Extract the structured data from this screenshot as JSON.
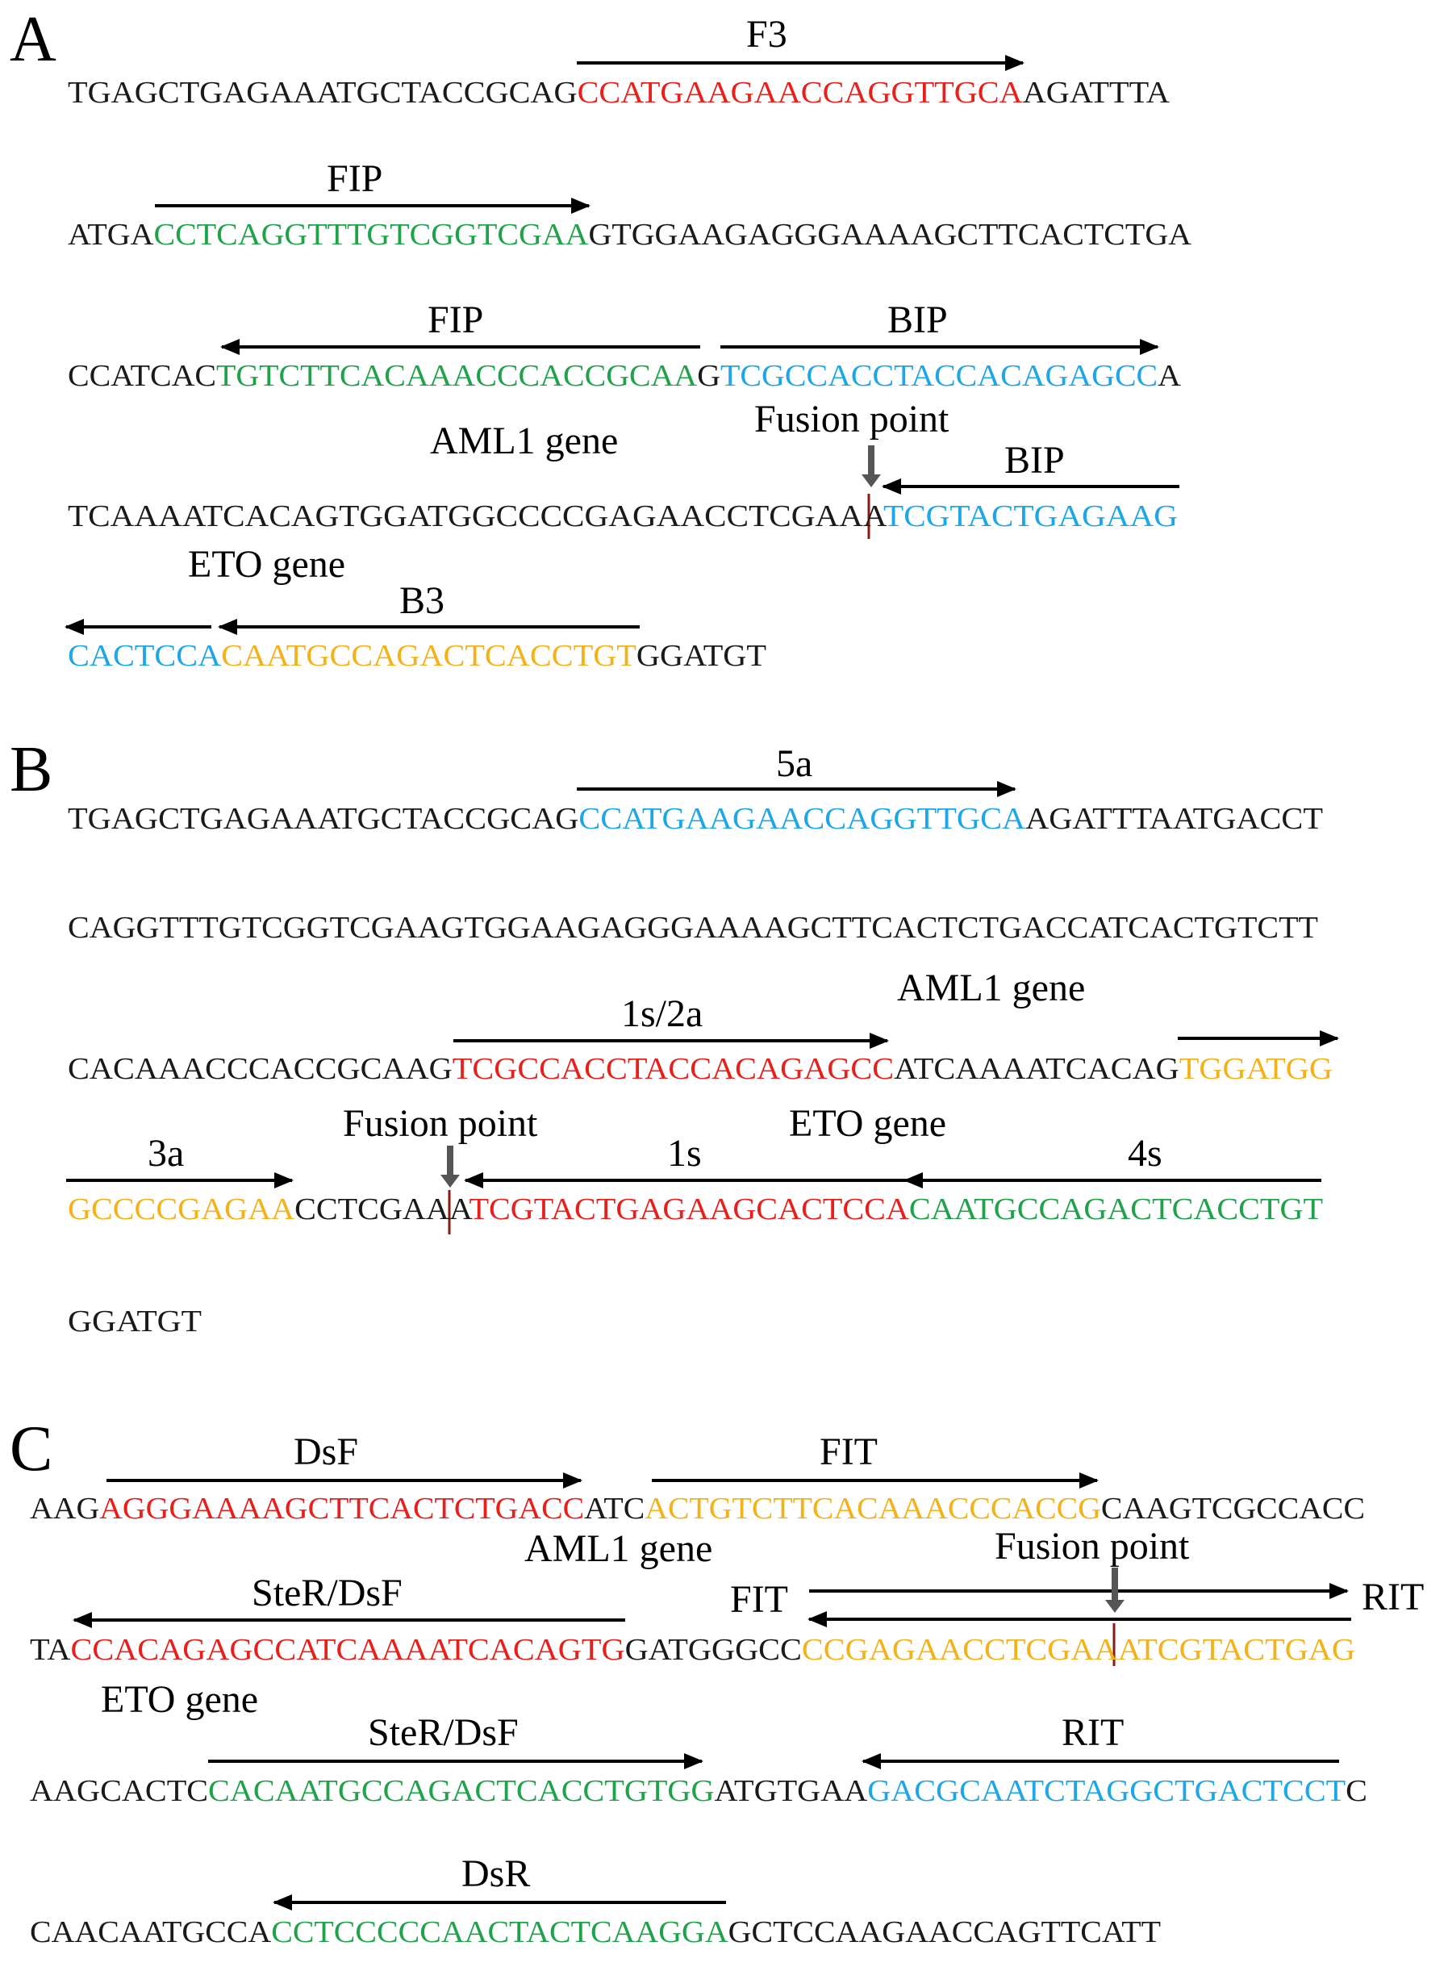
{
  "colors": {
    "black": "#1a1a1a",
    "red": "#e8201c",
    "green": "#1fa24a",
    "blue": "#1ea6e6",
    "orange": "#f4b21a",
    "fusion_mark": "#8b1a10",
    "fusion_arrow": "#555555"
  },
  "panels": [
    {
      "letter": "A",
      "lines": [
        [
          [
            "TGAGCTGAGAAATGCTACCGCAG",
            "black"
          ],
          [
            "CCATGAAGAACCAGGTTGCA",
            "red"
          ],
          [
            "AGATTTA",
            "black"
          ]
        ],
        [
          [
            "ATGA",
            "black"
          ],
          [
            "CCTCAGGTTTGTCGGTCGAA",
            "green"
          ],
          [
            "GTGGAAGAGGGAAAAGCTTCACTCTGA",
            "black"
          ]
        ],
        [
          [
            "CCATCAC",
            "black"
          ],
          [
            "TGTCTTCACAAACCCACCGCAA",
            "green"
          ],
          [
            "G",
            "black"
          ],
          [
            "TCGCCACCTACCACAGAGCC",
            "blue"
          ],
          [
            "A",
            "black"
          ]
        ],
        [
          [
            "TCAAAATCACAGTGGATGGCCCCGAGAACCTCGAAA",
            "black"
          ],
          [
            "TCGTACTGAGAAG",
            "blue"
          ]
        ],
        [
          [
            "CACTCCA",
            "blue"
          ],
          [
            "CAATGCCAGACTCACCTGT",
            "orange"
          ],
          [
            "GGATGT",
            "black"
          ]
        ]
      ],
      "labels": [
        "F3",
        "FIP",
        "FIP",
        "BIP",
        "AML1 gene",
        "Fusion point",
        "BIP",
        "ETO gene",
        "B3"
      ]
    },
    {
      "letter": "B",
      "lines": [
        [
          [
            "TGAGCTGAGAAATGCTACCGCAG",
            "black"
          ],
          [
            "CCATGAAGAACCAGGTTGCA",
            "blue"
          ],
          [
            "AGATTTAATGACCT",
            "black"
          ]
        ],
        [
          [
            "CAGGTTTGTCGGTCGAAGTGGAAGAGGGAAAAGCTTCACTCTGACCATCACTGTCTT",
            "black"
          ]
        ],
        [
          [
            "CACAAACCCACCGCAAG",
            "black"
          ],
          [
            "TCGCCACCTACCACAGAGCC",
            "red"
          ],
          [
            "ATCAAAATCACAG",
            "black"
          ],
          [
            "TGGATGG",
            "orange"
          ]
        ],
        [
          [
            "GCCCCGAGAA",
            "orange"
          ],
          [
            "CCTCGAAA",
            "black"
          ],
          [
            "TCGTACTGAGAAGCACTCCA",
            "red"
          ],
          [
            "CAATGCCAGACTCACCTGT",
            "green"
          ]
        ],
        [
          [
            "GGATGT",
            "black"
          ]
        ]
      ],
      "labels": [
        "5a",
        "AML1 gene",
        "1s/2a",
        "Fusion point",
        "ETO gene",
        "3a",
        "1s",
        "4s"
      ]
    },
    {
      "letter": "C",
      "lines": [
        [
          [
            "AAG",
            "black"
          ],
          [
            "AGGGAAAAGCTTCACTCTGACC",
            "red"
          ],
          [
            "ATC",
            "black"
          ],
          [
            "ACTGTCTTCACAAACCCACCG",
            "orange"
          ],
          [
            "CAAGTCGCCACC",
            "black"
          ]
        ],
        [
          [
            "TA",
            "black"
          ],
          [
            "CCACAGAGCCATCAAAATCACAGTG",
            "red"
          ],
          [
            "GATGGGCC",
            "black"
          ],
          [
            "CCGAGAACCTCGAAA",
            "orange"
          ],
          [
            "TCGTACTGAG",
            "orange"
          ]
        ],
        [
          [
            "AAGCACTC",
            "black"
          ],
          [
            "CACAATGCCAGACTCACCTGTGG",
            "green"
          ],
          [
            "ATGTGAA",
            "black"
          ],
          [
            "GACGCAATCTAGGCTGACTCCT",
            "blue"
          ],
          [
            "C",
            "black"
          ]
        ],
        [
          [
            "CAACAATGCCA",
            "black"
          ],
          [
            "CCTCCCCCAACTACTCAAGGA",
            "green"
          ],
          [
            "GCTCCAAGAACCAGTTCATT",
            "black"
          ]
        ]
      ],
      "labels": [
        "DsF",
        "FIT",
        "AML1 gene",
        "Fusion point",
        "SteR/DsF",
        "FIT",
        "RIT",
        "ETO gene",
        "SteR/DsF",
        "RIT",
        "DsR"
      ]
    }
  ]
}
